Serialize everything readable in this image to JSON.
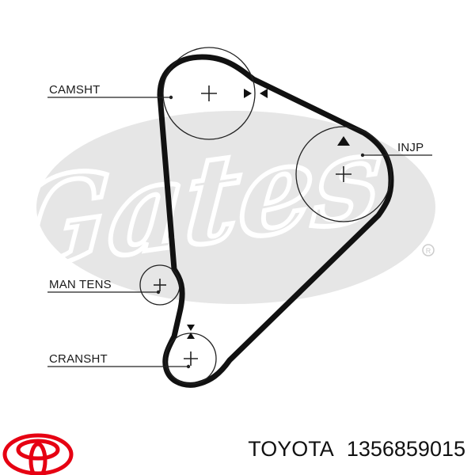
{
  "diagram": {
    "watermark_text": "Gates",
    "labels": {
      "camshaft": "CAMSHT",
      "injection_pump": "INJP",
      "manual_tensioner": "MAN TENS",
      "crankshaft": "CRANSHT"
    }
  },
  "caption": {
    "brand": "TOYOTA",
    "part_number": "1356859015"
  },
  "colors": {
    "belt": "#111111",
    "pulley_outline": "#222222",
    "watermark": "#e6e6e6",
    "logo_red": "#e60012"
  },
  "icons": [
    "toyota-logo-icon",
    "gates-watermark-icon",
    "plus-marker-icon",
    "timing-arrow-icon"
  ]
}
